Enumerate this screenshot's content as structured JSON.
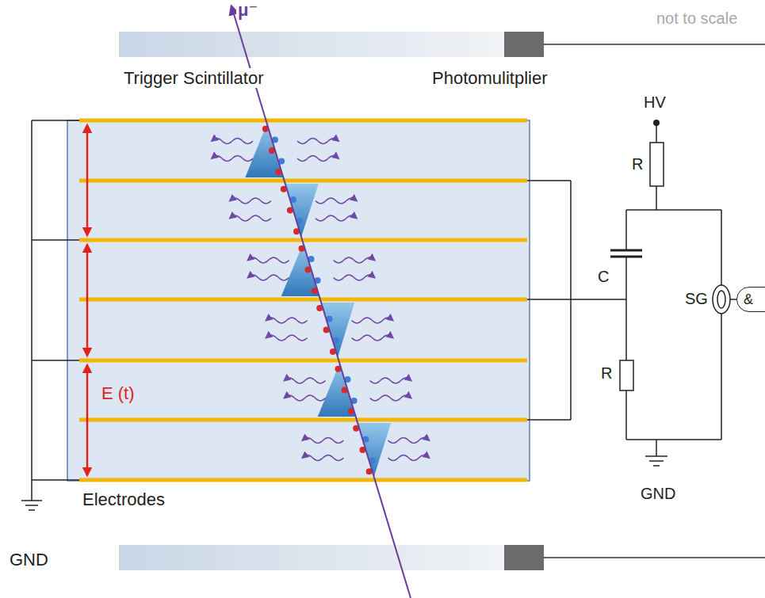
{
  "diagram": {
    "nodes": [
      {
        "text": [
          "&"
        ]
      }
    ],
    "labels": [
      "μ⁻",
      "not to scale",
      "Trigger Scintillator",
      "Photomulitplier",
      "HV",
      "R",
      "C",
      "SG",
      "R",
      "GND",
      "E (t)",
      "Electrodes",
      "GND"
    ]
  }
}
